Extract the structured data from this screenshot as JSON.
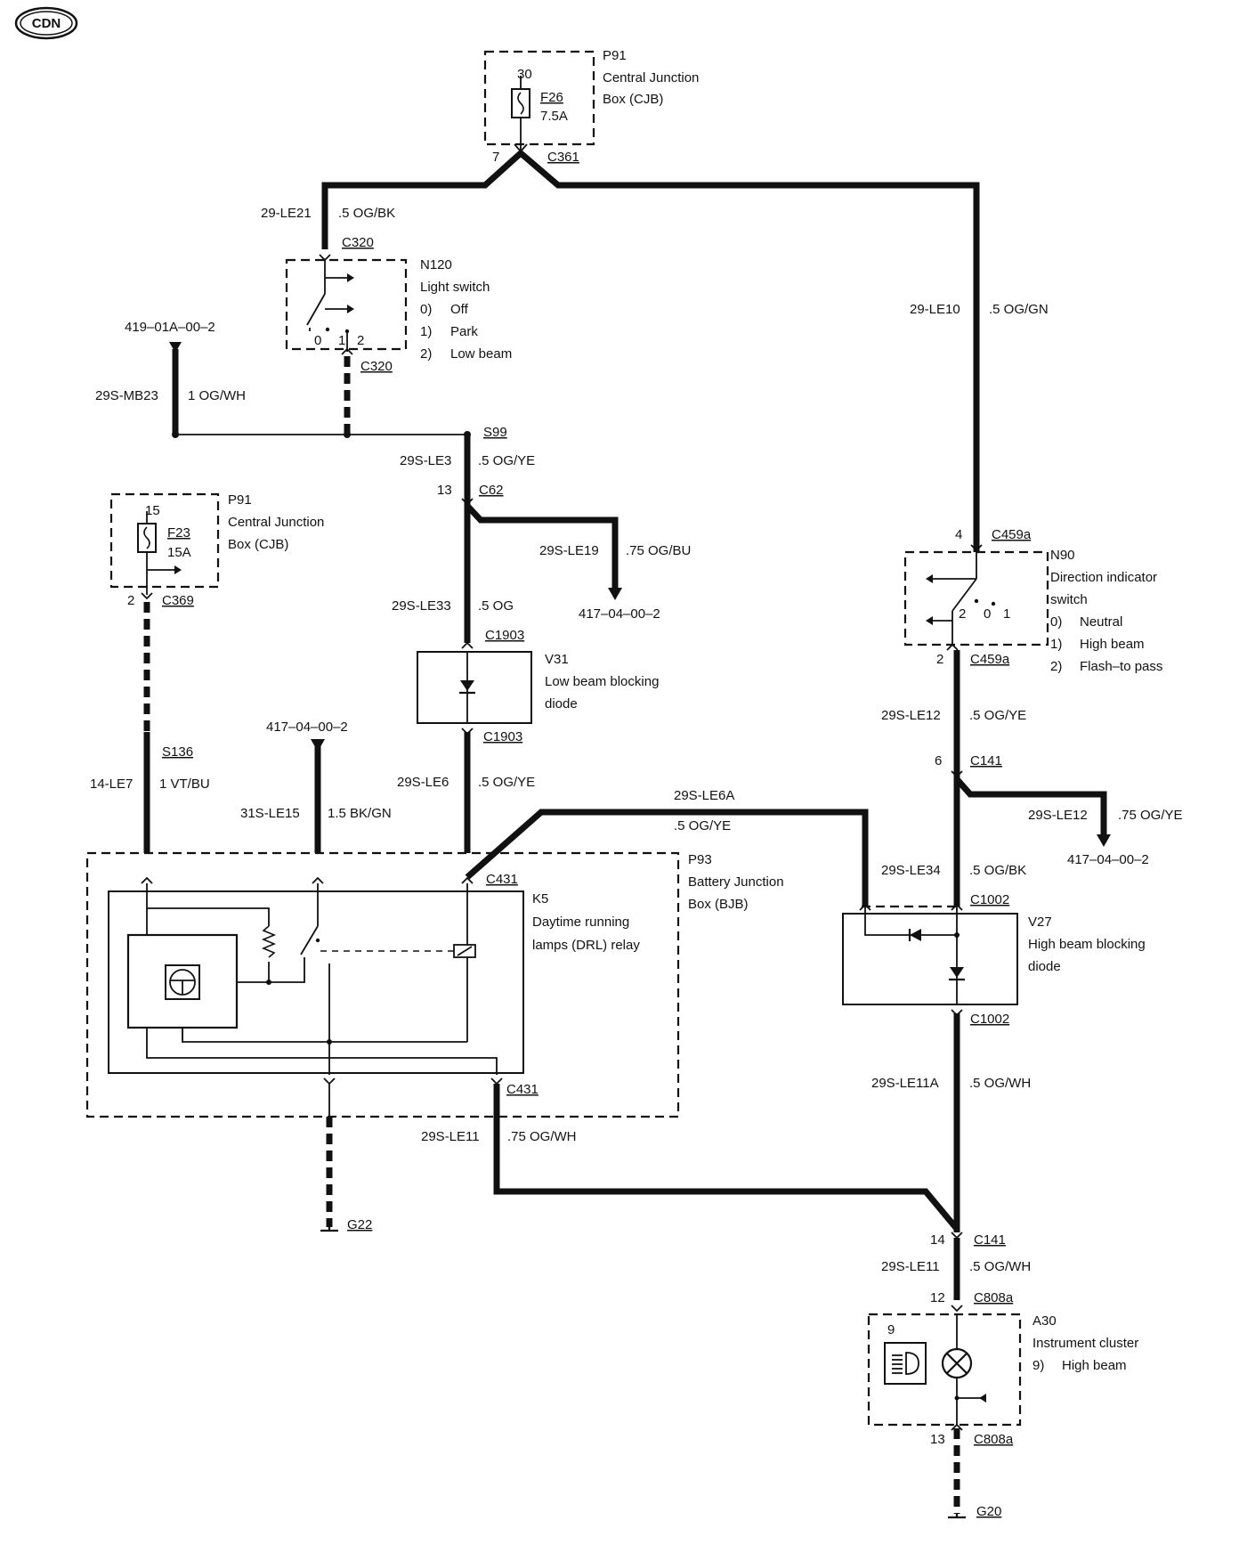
{
  "region_badge": "CDN",
  "p91_top": {
    "id": "P91",
    "name_line1": "Central Junction",
    "name_line2": "Box (CJB)",
    "fuse": "F26",
    "rating": "7.5A",
    "pin": "30"
  },
  "c361": {
    "connector": "C361",
    "pin": "7"
  },
  "wire_29le21": {
    "circuit": "29-LE21",
    "spec": ".5 OG/BK"
  },
  "wire_29le10": {
    "circuit": "29-LE10",
    "spec": ".5 OG/GN"
  },
  "n120": {
    "connector_top": "C320",
    "connector_bottom": "C320",
    "id": "N120",
    "name": "Light switch",
    "pos0": "0)",
    "pos0_label": "Off",
    "pos1": "1)",
    "pos1_label": "Park",
    "pos2": "2)",
    "pos2_label": "Low beam",
    "contact0": "0",
    "contact1": "1",
    "contact2": "2"
  },
  "ref_419": "419–01A–00–2",
  "wire_29smb23": {
    "circuit": "29S-MB23",
    "spec": "1 OG/WH"
  },
  "s99": "S99",
  "wire_29sle3": {
    "circuit": "29S-LE3",
    "spec": ".5 OG/YE"
  },
  "c62": {
    "connector": "C62",
    "pin": "13"
  },
  "wire_29sle19": {
    "circuit": "29S-LE19",
    "spec": ".75 OG/BU"
  },
  "ref_417_a": "417–04–00–2",
  "wire_29sle33": {
    "circuit": "29S-LE33",
    "spec": ".5 OG"
  },
  "v31": {
    "connector_top": "C1903",
    "connector_bottom": "C1903",
    "id": "V31",
    "name_line1": "Low beam blocking",
    "name_line2": "diode"
  },
  "wire_29sle6": {
    "circuit": "29S-LE6",
    "spec": ".5 OG/YE"
  },
  "p91_left": {
    "id": "P91",
    "name_line1": "Central Junction",
    "name_line2": "Box (CJB)",
    "fuse": "F23",
    "rating": "15A",
    "pin": "15"
  },
  "c369": {
    "connector": "C369",
    "pin": "2"
  },
  "s136": "S136",
  "wire_14le7": {
    "circuit": "14-LE7",
    "spec": "1 VT/BU"
  },
  "ref_417_b": "417–04–00–2",
  "wire_31sle15": {
    "circuit": "31S-LE15",
    "spec": "1.5 BK/GN"
  },
  "wire_29sle6a": {
    "circuit": "29S-LE6A",
    "spec": ".5 OG/YE"
  },
  "p93": {
    "id": "P93",
    "name_line1": "Battery Junction",
    "name_line2": "Box (BJB)",
    "connector_top": "C431",
    "connector_bottom": "C431"
  },
  "k5": {
    "id": "K5",
    "name_line1": "Daytime running",
    "name_line2": "lamps (DRL) relay"
  },
  "wire_29sle11_left": {
    "circuit": "29S-LE11",
    "spec": ".75 OG/WH"
  },
  "ground_g22": "G22",
  "n90": {
    "connector_top": "C459a",
    "pin_top": "4",
    "connector_bottom": "C459a",
    "pin_bottom": "2",
    "id": "N90",
    "name_line1": "Direction indicator",
    "name_line2": "switch",
    "pos0": "0)",
    "pos0_label": "Neutral",
    "pos1": "1)",
    "pos1_label": "High beam",
    "pos2": "2)",
    "pos2_label": "Flash–to pass",
    "contact0": "0",
    "contact1": "1",
    "contact2": "2"
  },
  "wire_29sle12_a": {
    "circuit": "29S-LE12",
    "spec": ".5 OG/YE"
  },
  "c141_top": {
    "connector": "C141",
    "pin": "6"
  },
  "wire_29sle12_b": {
    "circuit": "29S-LE12",
    "spec": ".75 OG/YE"
  },
  "ref_417_c": "417–04–00–2",
  "wire_29sle34": {
    "circuit": "29S-LE34",
    "spec": ".5 OG/BK"
  },
  "v27": {
    "connector_top": "C1002",
    "connector_bottom": "C1002",
    "id": "V27",
    "name_line1": "High beam blocking",
    "name_line2": "diode"
  },
  "wire_29sle11a": {
    "circuit": "29S-LE11A",
    "spec": ".5 OG/WH"
  },
  "c141_bottom": {
    "connector": "C141",
    "pin": "14"
  },
  "wire_29sle11_right": {
    "circuit": "29S-LE11",
    "spec": ".5 OG/WH"
  },
  "a30": {
    "connector_top": "C808a",
    "pin_top": "12",
    "connector_bottom": "C808a",
    "pin_bottom": "13",
    "id": "A30",
    "name": "Instrument cluster",
    "item_no": "9)",
    "item_label": "High beam",
    "lamp_no": "9"
  },
  "ground_g20": "G20"
}
